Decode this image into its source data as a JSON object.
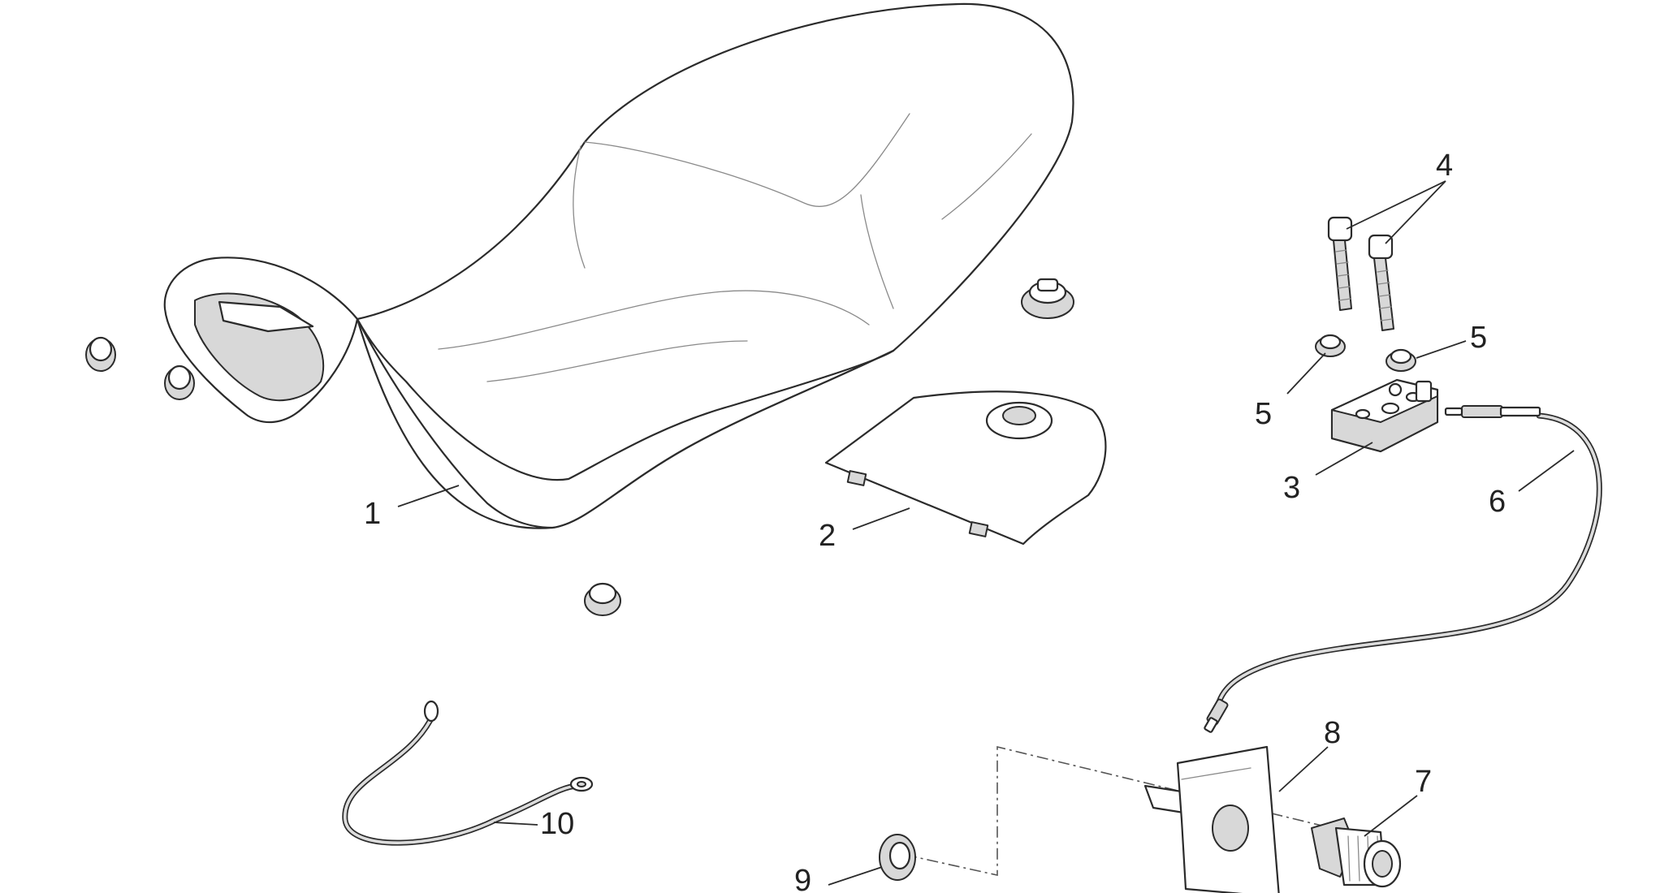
{
  "colors": {
    "line": "#2b2b2b",
    "fill": "#ffffff",
    "shade": "#d8d8d8",
    "background": "#ffffff"
  },
  "callouts": {
    "c1": "1",
    "c2": "2",
    "c3": "3",
    "c4": "4",
    "c5a": "5",
    "c5b": "5",
    "c6": "6",
    "c7": "7",
    "c8": "8",
    "c9": "9",
    "c10": "10"
  }
}
